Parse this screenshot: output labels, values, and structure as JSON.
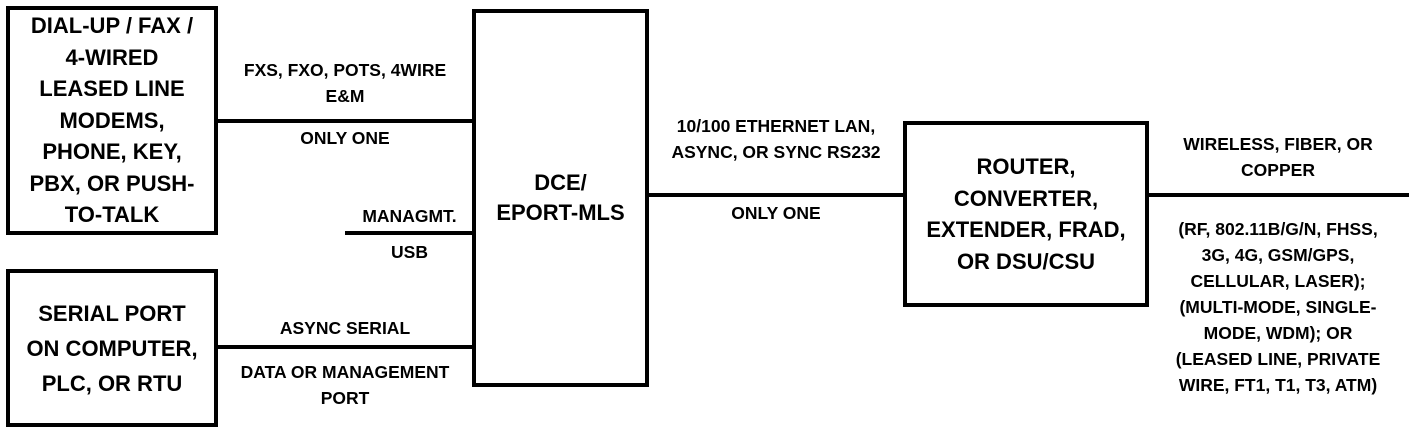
{
  "boxes": {
    "modems": [
      "DIAL-UP / FAX /",
      "4-WIRED",
      "LEASED LINE",
      "MODEMS,",
      "PHONE, KEY,",
      "PBX, OR PUSH-",
      "TO-TALK"
    ],
    "serial": [
      "SERIAL PORT",
      "ON COMPUTER,",
      "PLC, OR RTU"
    ],
    "dce": [
      "DCE/",
      "EPORT-MLS"
    ],
    "router": [
      "ROUTER,",
      "CONVERTER,",
      "EXTENDER, FRAD,",
      "OR DSU/CSU"
    ]
  },
  "labels": {
    "modem_link_top": [
      "FXS, FXO, POTS, 4WIRE",
      "E&M"
    ],
    "modem_link_bottom": "ONLY ONE",
    "mgmt_top": "MANAGMT.",
    "mgmt_bottom": "USB",
    "serial_link_top": "ASYNC SERIAL",
    "serial_link_bottom": [
      "DATA OR MANAGEMENT",
      "PORT"
    ],
    "lan_link_top": [
      "10/100 ETHERNET LAN,",
      "ASYNC, OR SYNC RS232"
    ],
    "lan_link_bottom": "ONLY ONE",
    "wan_link_top": [
      "WIRELESS, FIBER, OR",
      "COPPER"
    ],
    "wan_link_bottom": [
      "(RF, 802.11B/G/N, FHSS,",
      "3G, 4G, GSM/GPS,",
      "CELLULAR, LASER);",
      "(MULTI-MODE, SINGLE-",
      "MODE, WDM); OR",
      "(LEASED LINE, PRIVATE",
      "WIRE, FT1, T1, T3, ATM)"
    ]
  }
}
